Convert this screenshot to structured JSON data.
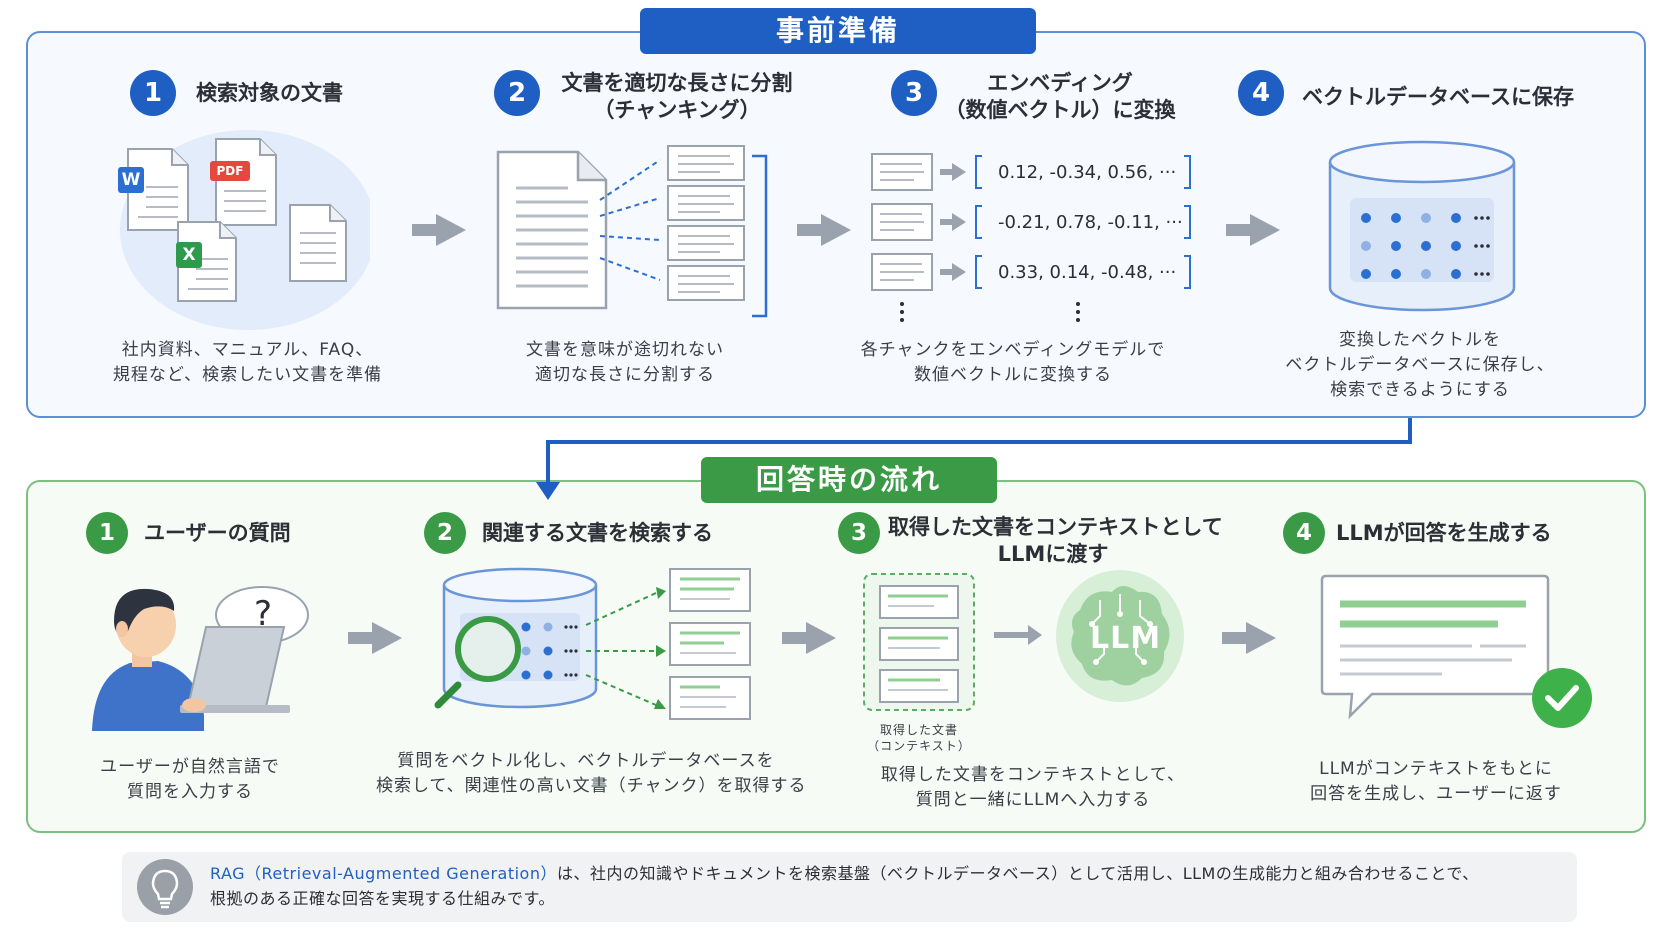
{
  "prep": {
    "banner": "事前準備",
    "steps": [
      {
        "num": "1",
        "title": "検索対象の文書",
        "caption_1": "社内資料、マニュアル、FAQ、",
        "caption_2": "規程など、検索したい文書を準備"
      },
      {
        "num": "2",
        "title_1": "文書を適切な長さに分割",
        "title_2": "（チャンキング）",
        "caption_1": "文書を意味が途切れない",
        "caption_2": "適切な長さに分割する"
      },
      {
        "num": "3",
        "title_1": "エンベディング",
        "title_2": "（数値ベクトル）に変換",
        "caption_1": "各チャンクをエンベディングモデルで",
        "caption_2": "数値ベクトルに変換する"
      },
      {
        "num": "4",
        "title": "ベクトルデータベースに保存",
        "caption_1": "変換したベクトルを",
        "caption_2": "ベクトルデータベースに保存し、",
        "caption_3": "検索できるようにする"
      }
    ],
    "file_badges": {
      "word": "W",
      "pdf": "PDF",
      "excel": "X"
    },
    "vectors": [
      "0.12,  -0.34,  0.56,  ···",
      "-0.21,  0.78,  -0.11,  ···",
      "0.33,  0.14,  -0.48,  ···"
    ]
  },
  "answer": {
    "banner": "回答時の流れ",
    "steps": [
      {
        "num": "1",
        "title": "ユーザーの質問",
        "caption_1": "ユーザーが自然言語で",
        "caption_2": "質問を入力する"
      },
      {
        "num": "2",
        "title": "関連する文書を検索する",
        "caption_1": "質問をベクトル化し、ベクトルデータベースを",
        "caption_2": "検索して、関連性の高い文書（チャンク）を取得する"
      },
      {
        "num": "3",
        "title_1": "取得した文書をコンテキストとして",
        "title_2": "LLMに渡す",
        "context_label_1": "取得した文書",
        "context_label_2": "（コンテキスト）",
        "caption_1": "取得した文書をコンテキストとして、",
        "caption_2": "質問と一緒にLLMへ入力する"
      },
      {
        "num": "4",
        "title": "LLMが回答を生成する",
        "caption_1": "LLMがコンテキストをもとに",
        "caption_2": "回答を生成し、ユーザーに返す"
      }
    ],
    "question_mark": "?",
    "llm_label": "LLM"
  },
  "footer": {
    "highlight": "RAG（Retrieval-Augmented Generation）",
    "text_1": "は、社内の知識やドキュメントを検索基盤（ベクトルデータベース）として活用し、LLMの生成能力と組み合わせることで、",
    "text_2": "根拠のある正確な回答を実現する仕組みです。"
  },
  "colors": {
    "blue": "#1f5fc4",
    "green": "#3a9a46",
    "arrow_gray": "#9aa3ad"
  }
}
